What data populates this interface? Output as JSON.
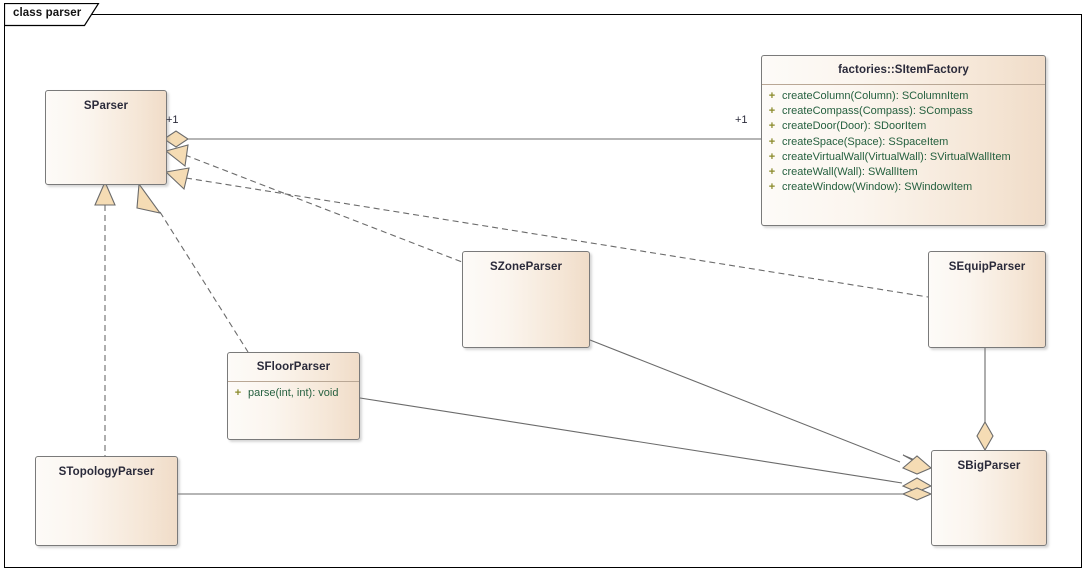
{
  "diagram": {
    "tab_label": "class parser",
    "type": "uml-class-diagram",
    "colors": {
      "class_fill_left": "#fdfbf8",
      "class_fill_right": "#f0dcc8",
      "class_border": "#7a7a7a",
      "connector": "#6b6b6b",
      "adornment_fill": "#f5dcb4",
      "name_text": "#2a2a3a",
      "member_text": "#25603f",
      "visibility_text": "#8a8a2a",
      "frame_border": "#000000"
    }
  },
  "classes": [
    {
      "id": "sparser",
      "name": "SParser",
      "members": []
    },
    {
      "id": "sitemfactory",
      "name": "factories::SItemFactory",
      "members": [
        {
          "visibility": "+",
          "signature": "createColumn(Column): SColumnItem"
        },
        {
          "visibility": "+",
          "signature": "createCompass(Compass): SCompass"
        },
        {
          "visibility": "+",
          "signature": "createDoor(Door): SDoorItem"
        },
        {
          "visibility": "+",
          "signature": "createSpace(Space): SSpaceItem"
        },
        {
          "visibility": "+",
          "signature": "createVirtualWall(VirtualWall): SVirtualWallItem"
        },
        {
          "visibility": "+",
          "signature": "createWall(Wall): SWallItem"
        },
        {
          "visibility": "+",
          "signature": "createWindow(Window): SWindowItem"
        }
      ]
    },
    {
      "id": "szoneparser",
      "name": "SZoneParser",
      "members": []
    },
    {
      "id": "sequipparser",
      "name": "SEquipParser",
      "members": []
    },
    {
      "id": "sfloorparser",
      "name": "SFloorParser",
      "members": [
        {
          "visibility": "+",
          "signature": "parse(int, int): void"
        }
      ]
    },
    {
      "id": "stopologyparser",
      "name": "STopologyParser",
      "members": []
    },
    {
      "id": "sbigparser",
      "name": "SBigParser",
      "members": []
    }
  ],
  "multiplicities": [
    {
      "id": "sparser-side",
      "text": "+1"
    },
    {
      "id": "factory-side",
      "text": "+1"
    }
  ],
  "relationships": [
    {
      "from": "sparser",
      "to": "sitemfactory",
      "type": "aggregation",
      "source_multiplicity": "+1",
      "target_multiplicity": "+1"
    },
    {
      "from": "szoneparser",
      "to": "sparser",
      "type": "realization"
    },
    {
      "from": "sequipparser",
      "to": "sparser",
      "type": "realization"
    },
    {
      "from": "stopologyparser",
      "to": "sparser",
      "type": "generalization"
    },
    {
      "from": "sfloorparser",
      "to": "sparser",
      "type": "generalization"
    },
    {
      "from": "sequipparser",
      "to": "sbigparser",
      "type": "aggregation"
    },
    {
      "from": "szoneparser",
      "to": "sbigparser",
      "type": "aggregation"
    },
    {
      "from": "sfloorparser",
      "to": "sbigparser",
      "type": "aggregation"
    },
    {
      "from": "stopologyparser",
      "to": "sbigparser",
      "type": "aggregation"
    }
  ]
}
